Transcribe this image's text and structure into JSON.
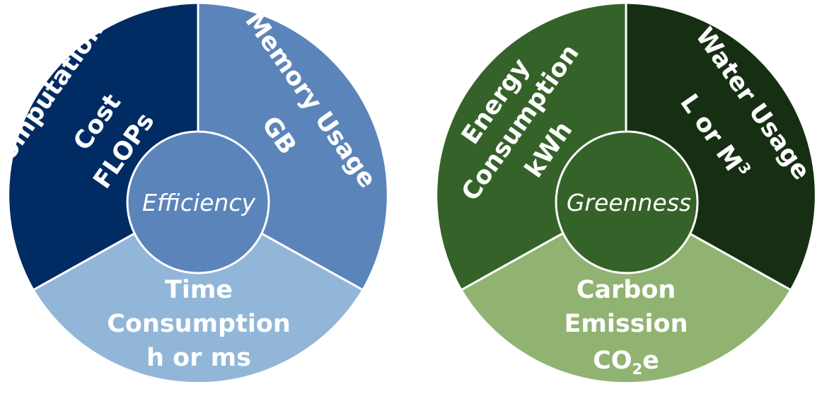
{
  "wheels": [
    {
      "id": "efficiency",
      "hub_label": "Efficiency",
      "colors": {
        "outline": "#ffffff",
        "hub": "#5b84ba",
        "top_left": "#002b63",
        "top_right": "#5b84ba",
        "bottom": "#91b6d8"
      },
      "segments": {
        "top_left": {
          "lines": [
            "Computational",
            "Cost",
            "FLOPs"
          ]
        },
        "top_right": {
          "lines": [
            "Memory Usage",
            "GB"
          ]
        },
        "bottom": {
          "lines": [
            "Time",
            "Consumption",
            "h or ms"
          ]
        }
      }
    },
    {
      "id": "greenness",
      "hub_label": "Greenness",
      "colors": {
        "outline": "#ffffff",
        "hub": "#356228",
        "top_left": "#356228",
        "top_right": "#162f13",
        "bottom": "#91b372"
      },
      "segments": {
        "top_left": {
          "lines": [
            "Energy",
            "Consumption",
            "kWh"
          ]
        },
        "top_right": {
          "line1": "Water Usage",
          "line2_prefix": "L or M",
          "line2_sup": "3"
        },
        "bottom": {
          "line1": "Carbon",
          "line2": "Emission",
          "line3_prefix": "CO",
          "line3_sub": "2",
          "line3_suffix": "e"
        }
      }
    }
  ]
}
